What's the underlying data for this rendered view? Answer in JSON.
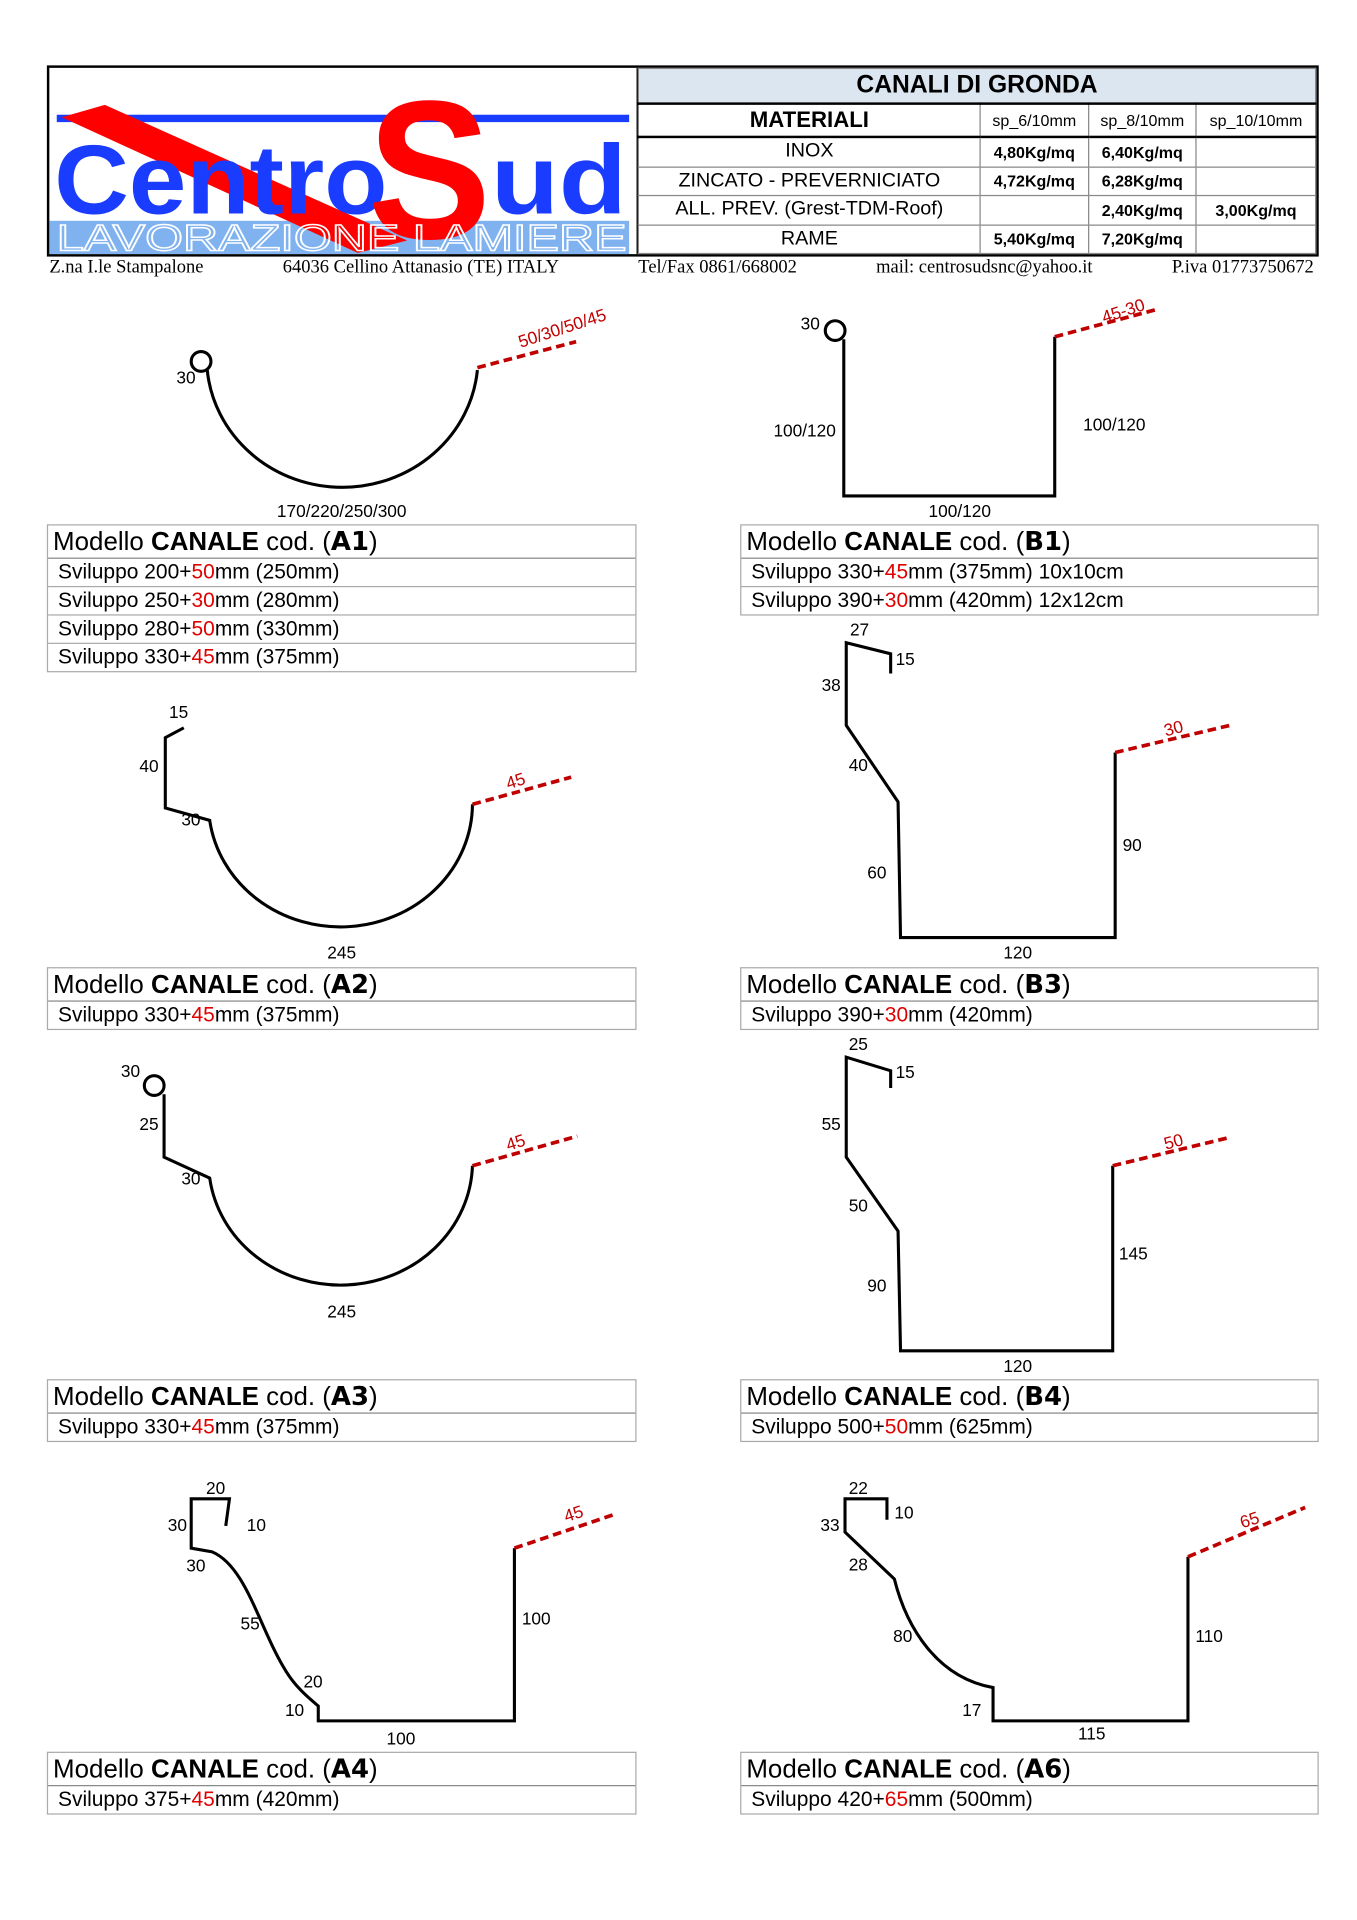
{
  "header": {
    "title": "CANALI DI GRONDA",
    "logo": {
      "brand_left": "Centro",
      "brand_s": "S",
      "brand_right": "ud",
      "tagline": "LAVORAZIONE LAMIERE"
    },
    "materials_label": "MATERIALI",
    "thickness_columns": [
      "sp_6/10mm",
      "sp_8/10mm",
      "sp_10/10mm"
    ],
    "materials": [
      {
        "name": "INOX",
        "values": [
          "4,80Kg/mq",
          "6,40Kg/mq",
          ""
        ]
      },
      {
        "name": "ZINCATO - PREVERNICIATO",
        "values": [
          "4,72Kg/mq",
          "6,28Kg/mq",
          ""
        ]
      },
      {
        "name": "ALL. PREV. (Grest-TDM-Roof)",
        "values": [
          "",
          "2,40Kg/mq",
          "3,00Kg/mq"
        ]
      },
      {
        "name": "RAME",
        "values": [
          "5,40Kg/mq",
          "7,20Kg/mq",
          ""
        ]
      }
    ]
  },
  "address": {
    "street": "Z.na I.le Stampalone",
    "city": "64036  Cellino Attanasio  (TE)  ITALY",
    "phone": "Tel/Fax 0861/668002",
    "mail": "mail: centrosudsnc@yahoo.it",
    "vat": "P.iva 01773750672"
  },
  "model_prefix": "Modello",
  "model_word": "CANALE",
  "model_cod": "cod.",
  "models": [
    {
      "code": "A1",
      "labels": [
        "30",
        "170/220/250/300"
      ],
      "extra_label": "50/30/50/45",
      "rows": [
        {
          "a": "Sviluppo 200+",
          "r": "50",
          "b": "mm (250mm)"
        },
        {
          "a": "Sviluppo 250+",
          "r": "30",
          "b": "mm (280mm)"
        },
        {
          "a": "Sviluppo 280+",
          "r": "50",
          "b": "mm (330mm)"
        },
        {
          "a": "Sviluppo 330+",
          "r": "45",
          "b": "mm (375mm)"
        }
      ]
    },
    {
      "code": "B1",
      "labels": [
        "30",
        "100/120",
        "100/120",
        "100/120"
      ],
      "extra_label": "45-30",
      "rows": [
        {
          "a": "Sviluppo 330+",
          "r": "45",
          "b": "mm (375mm) 10x10cm"
        },
        {
          "a": "Sviluppo 390+",
          "r": "30",
          "b": "mm (420mm) 12x12cm"
        }
      ]
    },
    {
      "code": "A2",
      "labels": [
        "15",
        "40",
        "30",
        "245"
      ],
      "extra_label": "45",
      "rows": [
        {
          "a": "Sviluppo 330+",
          "r": "45",
          "b": "mm (375mm)"
        }
      ]
    },
    {
      "code": "B3",
      "labels": [
        "27",
        "15",
        "38",
        "40",
        "60",
        "120",
        "90"
      ],
      "extra_label": "30",
      "rows": [
        {
          "a": "Sviluppo 390+",
          "r": "30",
          "b": "mm (420mm)"
        }
      ]
    },
    {
      "code": "A3",
      "labels": [
        "30",
        "25",
        "30",
        "245"
      ],
      "extra_label": "45",
      "rows": [
        {
          "a": "Sviluppo 330+",
          "r": "45",
          "b": "mm (375mm)"
        }
      ]
    },
    {
      "code": "B4",
      "labels": [
        "25",
        "15",
        "55",
        "50",
        "90",
        "120",
        "145"
      ],
      "extra_label": "50",
      "rows": [
        {
          "a": "Sviluppo 500+",
          "r": "50",
          "b": "mm (625mm)"
        }
      ]
    },
    {
      "code": "A4",
      "labels": [
        "20",
        "10",
        "30",
        "30",
        "55",
        "20",
        "10",
        "100",
        "100"
      ],
      "extra_label": "45",
      "rows": [
        {
          "a": "Sviluppo 375+",
          "r": "45",
          "b": "mm (420mm)"
        }
      ]
    },
    {
      "code": "A6",
      "labels": [
        "22",
        "10",
        "33",
        "28",
        "80",
        "17",
        "115",
        "110"
      ],
      "extra_label": "65",
      "rows": [
        {
          "a": "Sviluppo 420+",
          "r": "65",
          "b": "mm (500mm)"
        }
      ]
    }
  ],
  "colors": {
    "brand_blue": "#1a3cff",
    "brand_red": "#ff0000",
    "band_blue": "#7fb2ee",
    "dash_red": "#c00000",
    "title_bg": "#dce6f1"
  }
}
